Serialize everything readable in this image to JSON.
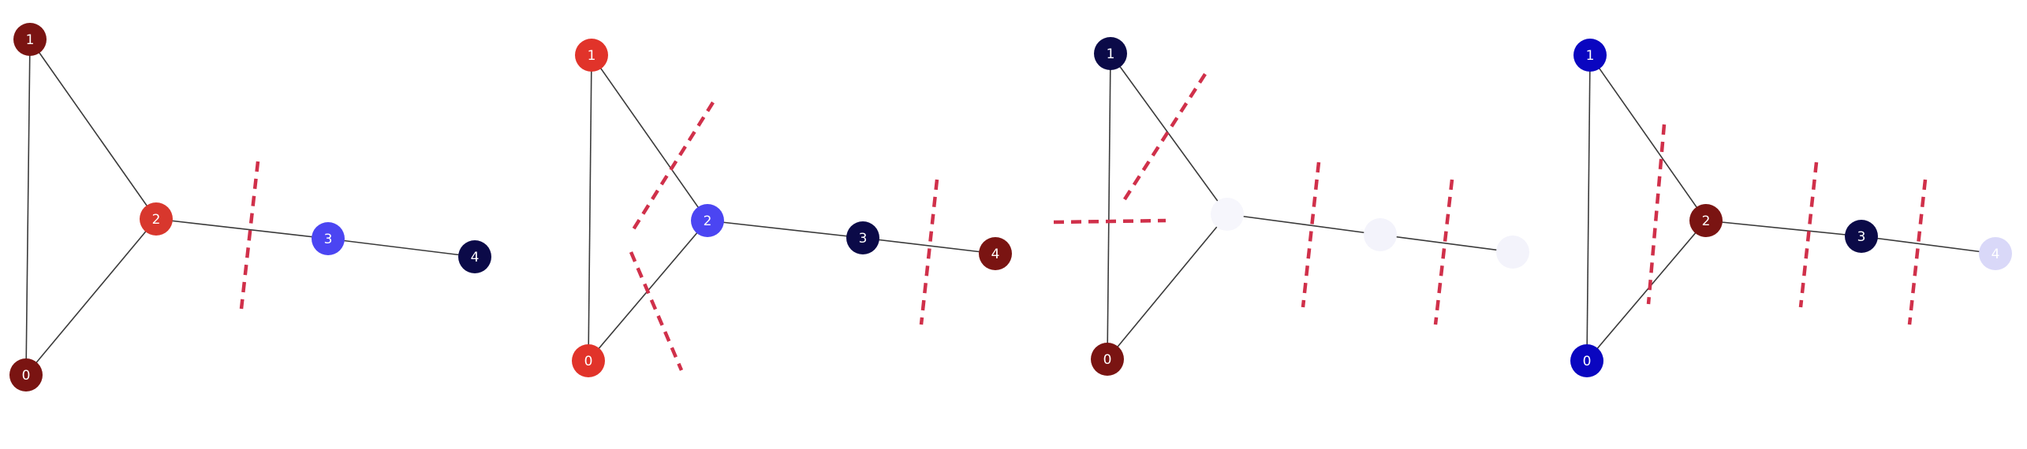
{
  "colors": {
    "edge": "#3a3a3a",
    "cut": "#d0304a",
    "dark_red": "#7a1412",
    "red": "#d8372d",
    "blue": "#4b45f2",
    "navy": "#0b0a48",
    "deep_blue": "#0a06c0",
    "near_white": "#f3f3fb",
    "light_lavender": "#d9d8f8"
  },
  "panels": [
    {
      "id": "panel-1",
      "nodes": [
        {
          "id": "0",
          "label": "0",
          "color": "#7a1412"
        },
        {
          "id": "1",
          "label": "1",
          "color": "#7a1412"
        },
        {
          "id": "2",
          "label": "2",
          "color": "#d8372d"
        },
        {
          "id": "3",
          "label": "3",
          "color": "#4b45f2"
        },
        {
          "id": "4",
          "label": "4",
          "color": "#0b0a48"
        }
      ]
    },
    {
      "id": "panel-2",
      "nodes": [
        {
          "id": "0",
          "label": "0",
          "color": "#e1332a"
        },
        {
          "id": "1",
          "label": "1",
          "color": "#e1332a"
        },
        {
          "id": "2",
          "label": "2",
          "color": "#4b45f2"
        },
        {
          "id": "3",
          "label": "3",
          "color": "#0b0a48"
        },
        {
          "id": "4",
          "label": "4",
          "color": "#7a1412"
        }
      ]
    },
    {
      "id": "panel-3",
      "nodes": [
        {
          "id": "0",
          "label": "0",
          "color": "#7a1412"
        },
        {
          "id": "1",
          "label": "1",
          "color": "#0b0a48"
        },
        {
          "id": "2",
          "label": "",
          "color": "#f6f6fc"
        },
        {
          "id": "3",
          "label": "",
          "color": "#f3f3fb"
        },
        {
          "id": "4",
          "label": "",
          "color": "#f3f3fb"
        }
      ]
    },
    {
      "id": "panel-4",
      "nodes": [
        {
          "id": "0",
          "label": "0",
          "color": "#0a06c0"
        },
        {
          "id": "1",
          "label": "1",
          "color": "#0a06c0"
        },
        {
          "id": "2",
          "label": "2",
          "color": "#7a1412"
        },
        {
          "id": "3",
          "label": "3",
          "color": "#0b0a48"
        },
        {
          "id": "4",
          "label": "4",
          "color": "#d9d8f8"
        }
      ]
    }
  ]
}
